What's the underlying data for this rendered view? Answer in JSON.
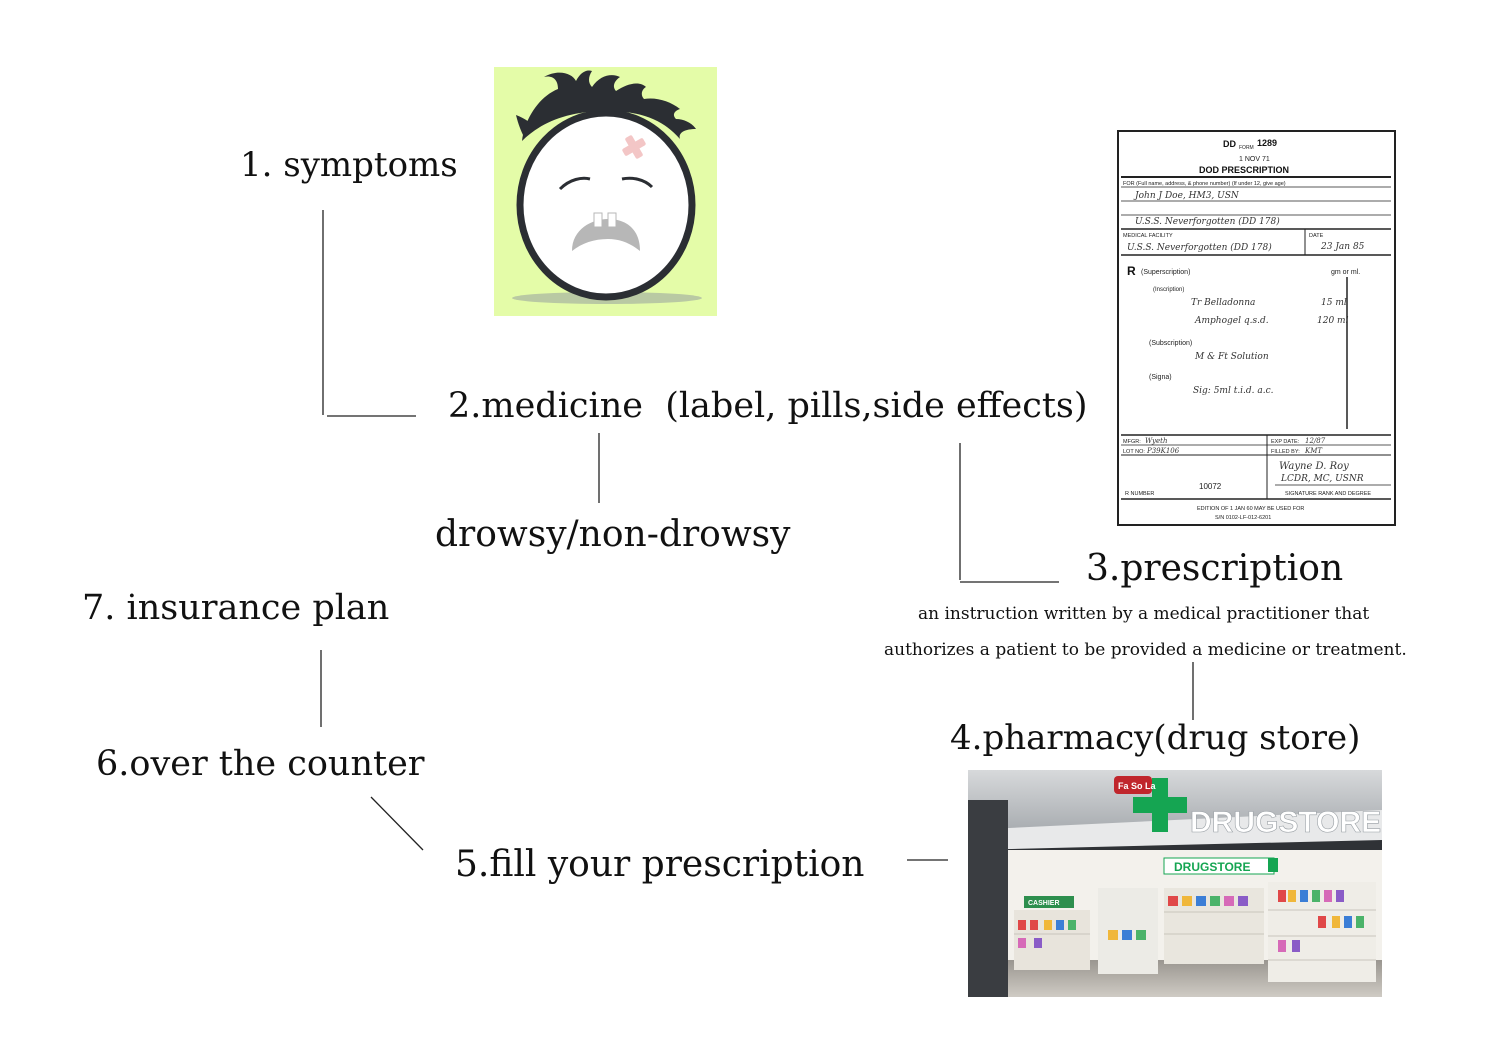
{
  "nodes": {
    "symptoms": "1. symptoms",
    "medicine": "2.medicine  (label, pills,side effects)",
    "drowsy": "drowsy/non-drowsy",
    "prescription": "3.prescription",
    "prescription_def_1": "an instruction written by a medical practitioner that",
    "prescription_def_2": "authorizes a patient to be provided a medicine or treatment.",
    "pharmacy": "4.pharmacy(drug store)",
    "fill": "5.fill your prescription",
    "otc": "6.over the counter",
    "insurance": "7. insurance plan"
  },
  "rx_form": {
    "dd": "DD",
    "form": "FORM",
    "number": "1289",
    "date_line": "1  NOV  71",
    "title": "DOD PRESCRIPTION",
    "for_label": "FOR  (Full name, address, & phone number) (If under 12, give age)",
    "patient": "John J Doe,  HM3,  USN",
    "address": "U.S.S. Neverforgotten   (DD 178)",
    "facility_label": "MEDICAL FACILITY",
    "facility": "U.S.S. Neverforgotten  (DD 178)",
    "date_label": "DATE",
    "date": "23 Jan 85",
    "rx_symbol": "R",
    "superscription": "(Superscription)",
    "units": "gm or ml.",
    "inscription": "(Inscription)",
    "drug1": "Tr Belladonna",
    "qty1": "15  ml",
    "drug2": "Amphogel  q.s.d.",
    "qty2": "120  ml",
    "subscription": "(Subscription)",
    "sub_text": "M & Ft Solution",
    "signa": "(Signa)",
    "sig_text": "Sig:  5ml  t.i.d.  a.c.",
    "mfgr_label": "MFGR:",
    "mfgr": "Wyeth",
    "exp_label": "EXP DATE:",
    "exp": "12/87",
    "lot_label": "LOT NO:",
    "lot": "P39K106",
    "filled_label": "FILLED BY:",
    "filled": "KMT",
    "signature": "Wayne D. Roy",
    "signature_2": "LCDR, MC, USNR",
    "rx_number_label": "R NUMBER",
    "rx_number": "10072",
    "sig_label": "SIGNATURE  RANK  AND DEGREE",
    "edition_1": "EDITION OF 1 JAN 60 MAY BE USED FOR",
    "edition_2": "S/N  0102-LF-012-6201"
  },
  "store": {
    "logo": "Fa So La",
    "sign": "DRUGSTORE",
    "inner_sign": "DRUGSTORE",
    "cashier": "CASHIER"
  },
  "colors": {
    "face_background": "#e4fca8",
    "hair": "#2b2e33",
    "mouth": "#b7b7b7",
    "bandage": "#f3c6c6",
    "store_green": "#15a552",
    "line": "#222222"
  },
  "icons": {
    "symptoms": "sad-face-icon",
    "prescription": "prescription-form-icon",
    "pharmacy": "drugstore-photo-icon"
  }
}
